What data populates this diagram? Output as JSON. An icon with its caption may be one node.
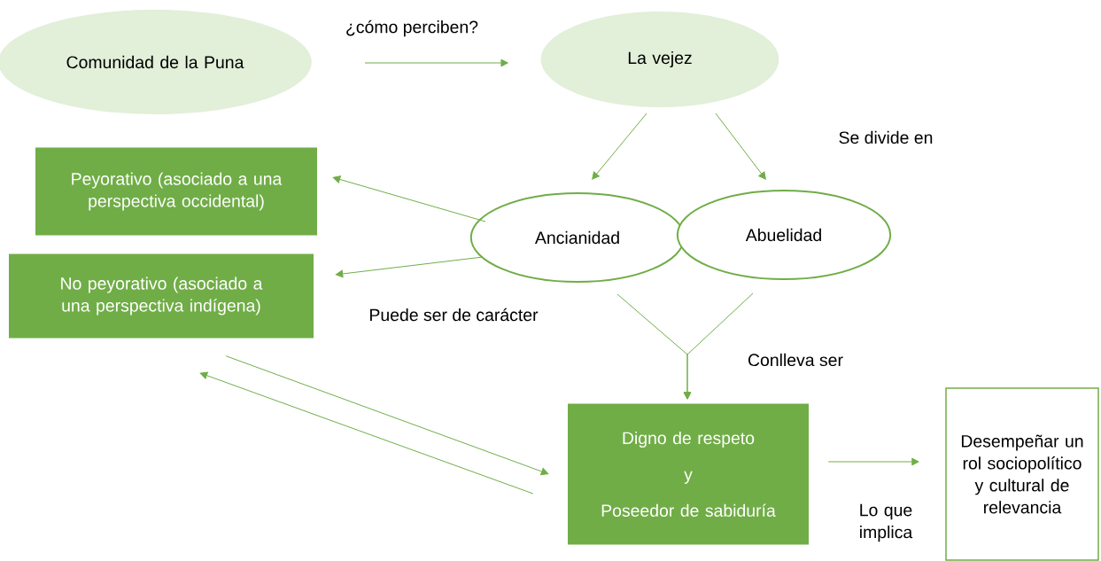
{
  "diagram": {
    "nodes": [
      {
        "text": [
          "Comunidad de la Puna"
        ]
      },
      {
        "text": [
          "La vejez"
        ]
      },
      {
        "text": [
          "Peyorativo (asociado a una perspectiva occidental)"
        ]
      },
      {
        "text": [
          "Ancianidad"
        ]
      },
      {
        "text": [
          "Abuelidad"
        ]
      },
      {
        "text": [
          "No peyorativo (asociado a una perspectiva indígena)"
        ]
      },
      {
        "text": [
          "Digno de respeto",
          "y",
          "Poseedor de sabiduría"
        ]
      },
      {
        "text": [
          "Desempeñar un rol sociopolítico y cultural de relevancia"
        ]
      }
    ],
    "edges": [
      {
        "from": 0,
        "to": 1,
        "arrow": "to"
      },
      {
        "from": 1,
        "to": 3,
        "arrow": "to"
      },
      {
        "from": 1,
        "to": 4,
        "arrow": "to"
      },
      {
        "from": 3,
        "to": 2,
        "arrow": "to"
      },
      {
        "from": 3,
        "to": 5,
        "arrow": "to"
      },
      {
        "from": 3,
        "to": 6,
        "arrow": "to"
      },
      {
        "from": 4,
        "to": 6,
        "arrow": "to"
      },
      {
        "from": 5,
        "to": 6,
        "arrow": "to"
      },
      {
        "from": 6,
        "to": 5,
        "arrow": "to"
      },
      {
        "from": 6,
        "to": 7,
        "arrow": "to"
      }
    ],
    "labels": [
      "¿cómo perciben?",
      "Se divide en",
      "Puede ser de carácter",
      "Conlleva ser",
      "Lo que implica"
    ]
  }
}
